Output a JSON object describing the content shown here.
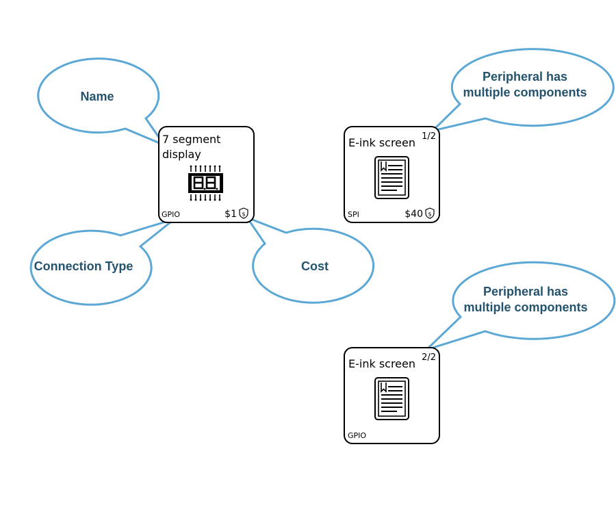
{
  "callouts": {
    "name": "Name",
    "connection_type": "Connection Type",
    "cost": "Cost",
    "multi_1_line1": "Peripheral has",
    "multi_1_line2": "multiple components",
    "multi_2_line1": "Peripheral has",
    "multi_2_line2": "multiple components"
  },
  "cards": {
    "seven_segment": {
      "name_line1": "7 segment",
      "name_line2": "display",
      "icon": "seven-segment-display-icon",
      "connection": "GPIO",
      "cost": "$1",
      "cost_icon": "coin-shield-icon"
    },
    "eink_1": {
      "name": "E-ink screen",
      "count": "1/2",
      "icon": "ebook-reader-icon",
      "connection": "SPI",
      "cost": "$40",
      "cost_icon": "coin-shield-icon"
    },
    "eink_2": {
      "name": "E-ink screen",
      "count": "2/2",
      "icon": "ebook-reader-icon",
      "connection": "GPIO"
    }
  },
  "colors": {
    "callout_stroke": "#5ba7d6",
    "callout_text": "#24536e",
    "card_stroke": "#000000"
  }
}
